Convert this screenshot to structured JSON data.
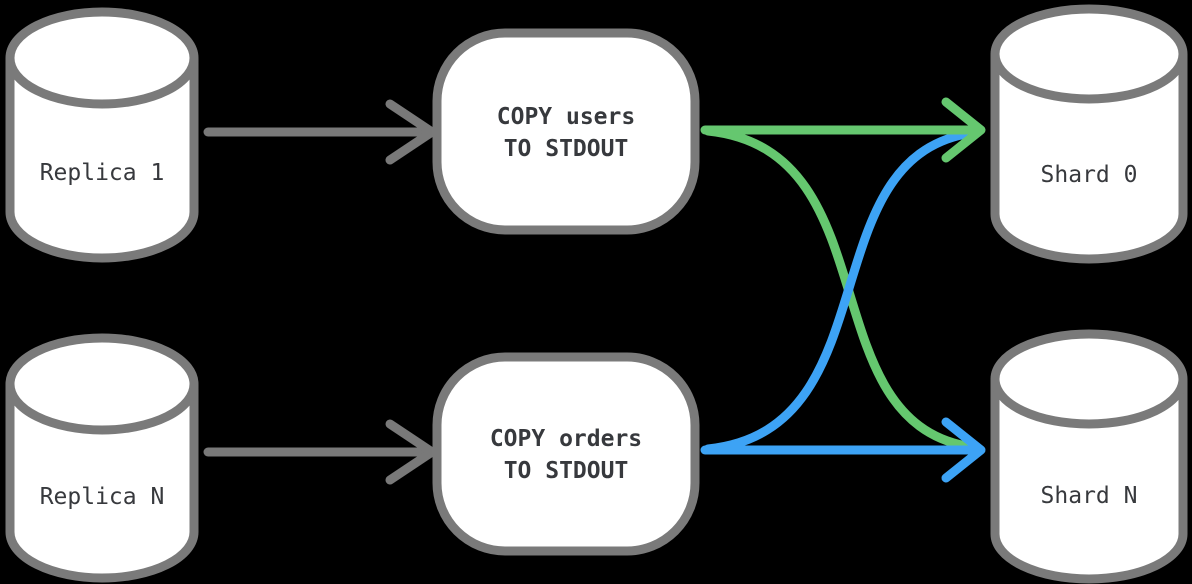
{
  "colors": {
    "background": "#000000",
    "node_fill": "#ffffff",
    "node_stroke": "#7a7a7a",
    "label_text": "#37393d",
    "replica_arrow": "#797979",
    "users_stream": "#65c76f",
    "orders_stream": "#3da3f5"
  },
  "nodes": {
    "replicas": [
      {
        "label": "Replica 1"
      },
      {
        "label": "Replica N"
      }
    ],
    "processes": [
      {
        "line1": "COPY users",
        "line2": "TO STDOUT"
      },
      {
        "line1": "COPY orders",
        "line2": "TO STDOUT"
      }
    ],
    "shards": [
      {
        "label": "Shard 0"
      },
      {
        "label": "Shard N"
      }
    ]
  },
  "edges": [
    {
      "from": "Replica 1",
      "to": "COPY users TO STDOUT",
      "color": "#797979",
      "style": "straight-arrow"
    },
    {
      "from": "Replica N",
      "to": "COPY orders TO STDOUT",
      "color": "#797979",
      "style": "straight-arrow"
    },
    {
      "from": "COPY users TO STDOUT",
      "to": "Shard 0",
      "color": "#65c76f",
      "style": "straight-arrow"
    },
    {
      "from": "COPY users TO STDOUT",
      "to": "Shard N",
      "color": "#65c76f",
      "style": "s-curve"
    },
    {
      "from": "COPY orders TO STDOUT",
      "to": "Shard N",
      "color": "#3da3f5",
      "style": "straight-arrow"
    },
    {
      "from": "COPY orders TO STDOUT",
      "to": "Shard 0",
      "color": "#3da3f5",
      "style": "s-curve"
    }
  ]
}
